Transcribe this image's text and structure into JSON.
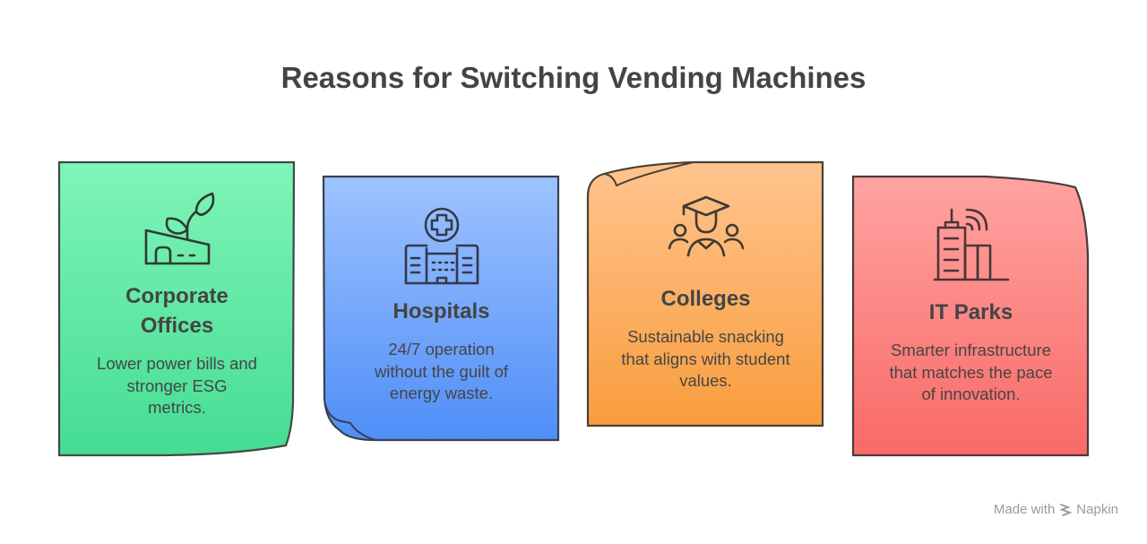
{
  "title": "Reasons for Switching Vending Machines",
  "cards": [
    {
      "heading": "Corporate Offices",
      "heading_lines": [
        "Corporate",
        "Offices"
      ],
      "description": "Lower power bills and stronger ESG metrics.",
      "icon": "building-with-plant-icon",
      "color_top": "#7ff5b8",
      "color_bottom": "#45dc93"
    },
    {
      "heading": "Hospitals",
      "description": "24/7 operation without the guilt of energy waste.",
      "icon": "hospital-icon",
      "color_top": "#9ec3ff",
      "color_bottom": "#4f8ef7"
    },
    {
      "heading": "Colleges",
      "description": "Sustainable snacking that aligns with student values.",
      "icon": "graduate-students-icon",
      "color_top": "#ffc48e",
      "color_bottom": "#f99d3d"
    },
    {
      "heading": "IT Parks",
      "description": "Smarter infrastructure that matches the pace of innovation.",
      "icon": "smart-building-icon",
      "color_top": "#ffa3a1",
      "color_bottom": "#f96a67"
    }
  ],
  "footer": {
    "made_with": "Made with",
    "brand": "Napkin",
    "icon": "napkin-logo-icon"
  }
}
